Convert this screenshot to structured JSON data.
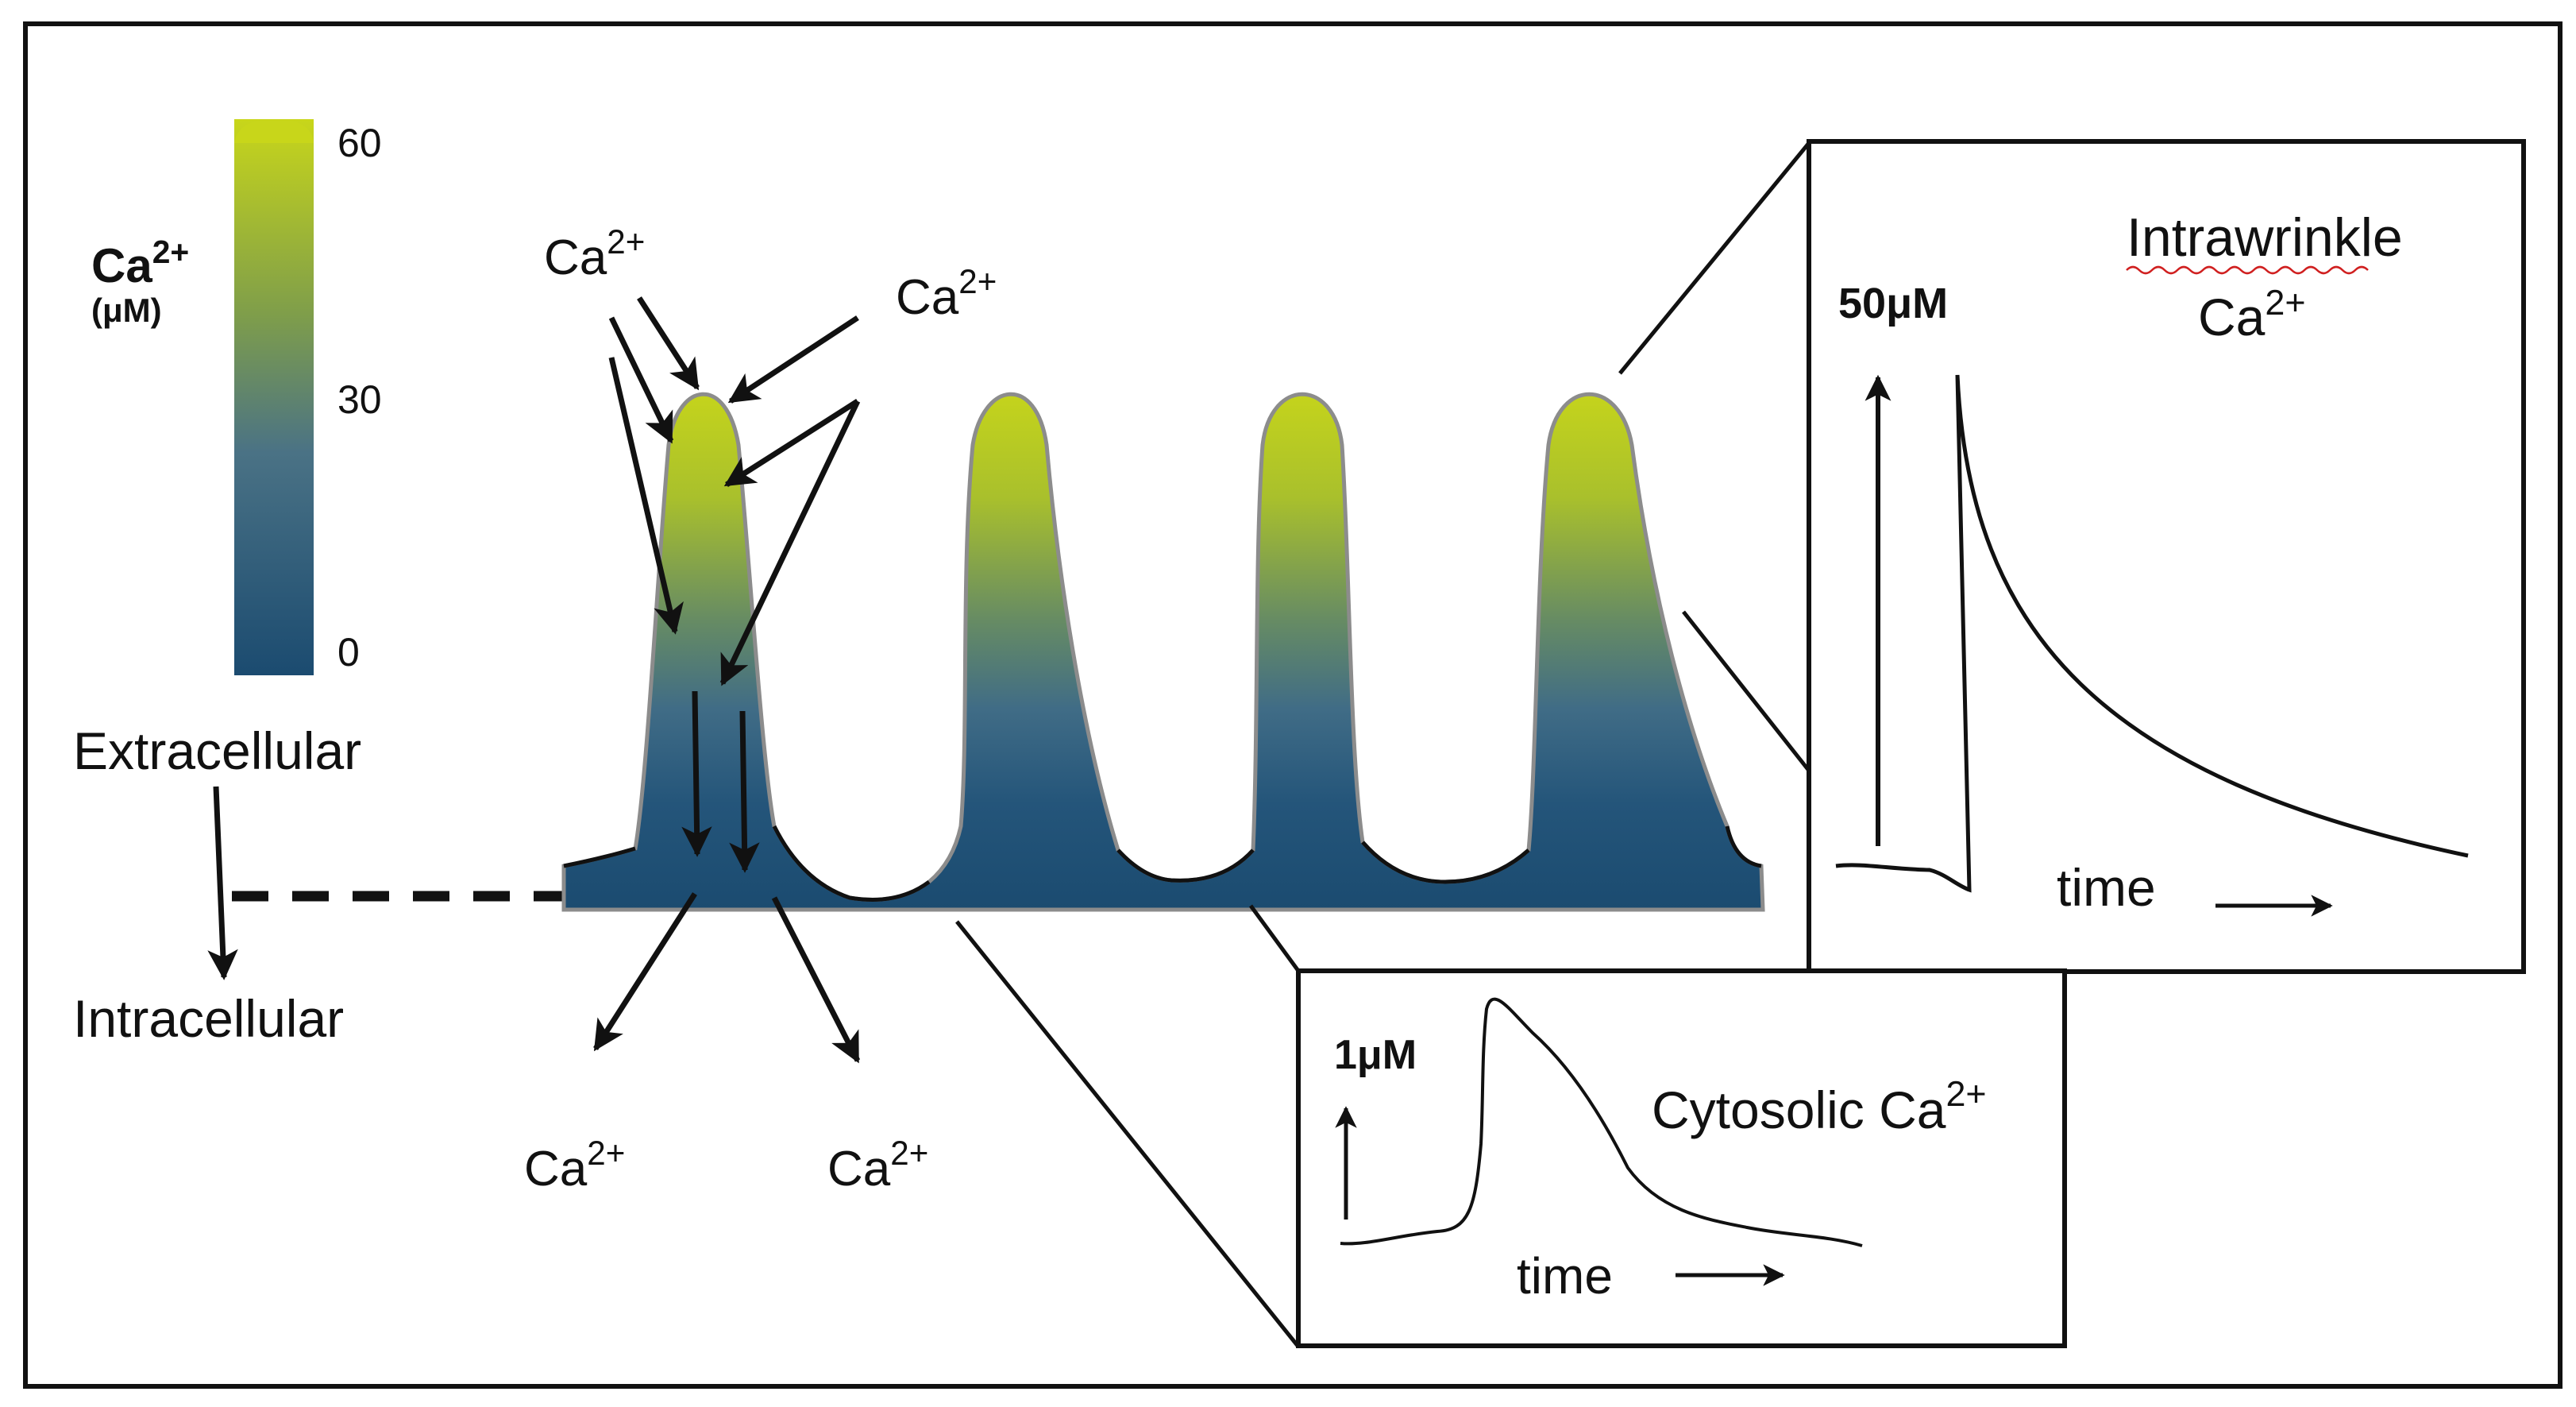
{
  "colors": {
    "frame": "#111111",
    "low": "#1b4b70",
    "mid": "#3f6f86",
    "high": "#c4d41c",
    "membrane": "#8a8a8a"
  },
  "colorbar": {
    "title_main": "Ca",
    "title_sup": "2+",
    "unit": "(μM)",
    "ticks": [
      "60",
      "30",
      "0"
    ]
  },
  "compartments": {
    "extracellular": "Extracellular",
    "intracellular": "Intracellular"
  },
  "ions": {
    "main": "Ca",
    "sup": "2+"
  },
  "intrawrinkle_panel": {
    "title_line1": "Intrawrinkle",
    "title_line2": "Ca",
    "title_line2_sup": "2+",
    "scale_label": "50μM",
    "x_label": "time"
  },
  "cytosolic_panel": {
    "title": "Cytosolic Ca",
    "title_sup": "2+",
    "scale_label": "1μM",
    "x_label": "time"
  }
}
